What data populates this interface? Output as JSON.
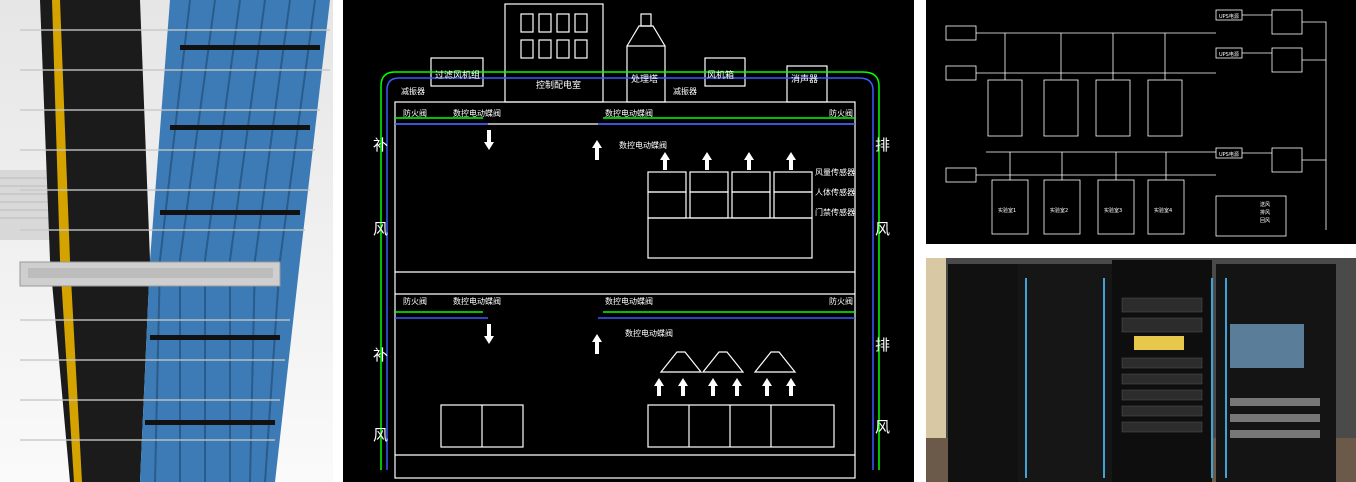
{
  "diagram": {
    "rooms": {
      "filter_unit": "过滤风机组",
      "control_room": "控制配电室",
      "treatment_tower": "处理塔",
      "fan_box": "风机箱",
      "silencer": "消声器"
    },
    "dampers": {
      "damper_left": "减振器",
      "damper_mid": "减振器"
    },
    "upper_floor": {
      "fire_valve_left": "防火阀",
      "motor_valve_a": "数控电动蝶阀",
      "motor_valve_b": "数控电动蝶阀",
      "motor_valve_c": "数控电动蝶阀",
      "fire_valve_right": "防火阀",
      "airflow_sensor": "风量传感器",
      "body_sensor": "人体传感器",
      "door_sensor": "门禁传感器"
    },
    "lower_floor": {
      "fire_valve_left": "防火阀",
      "motor_valve_a": "数控电动蝶阀",
      "motor_valve_b": "数控电动蝶阀",
      "motor_valve_c": "数控电动蝶阀",
      "fire_valve_right": "防火阀"
    },
    "side_labels": {
      "supply_1": "补",
      "supply_2": "风",
      "exhaust_1": "排",
      "exhaust_2": "风"
    }
  },
  "schematic": {
    "ups_power": "UPS电源",
    "lab_1": "实验室1",
    "lab_2": "实验室2",
    "lab_3": "实验室3",
    "lab_4": "实验室4",
    "legend_supply": "送风",
    "legend_exhaust": "排风",
    "legend_return": "回风"
  }
}
